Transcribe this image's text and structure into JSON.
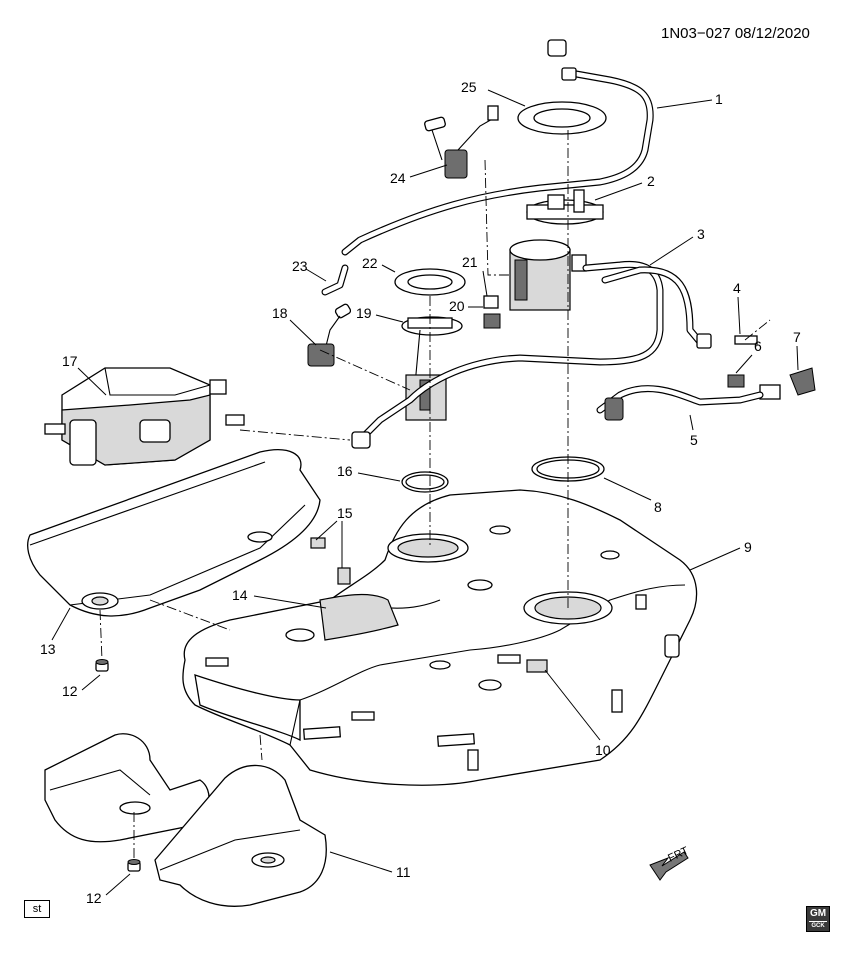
{
  "header": {
    "code": "1N03−027  08/12/2020"
  },
  "callouts": [
    "1",
    "2",
    "3",
    "4",
    "5",
    "6",
    "7",
    "8",
    "9",
    "10",
    "11",
    "12",
    "12",
    "13",
    "14",
    "15",
    "16",
    "17",
    "18",
    "19",
    "20",
    "21",
    "22",
    "23",
    "24",
    "25"
  ],
  "badges": {
    "st": "st",
    "gm": "GM",
    "gm_sub": "GCK"
  },
  "front_arrow": {
    "label": "FRT"
  }
}
